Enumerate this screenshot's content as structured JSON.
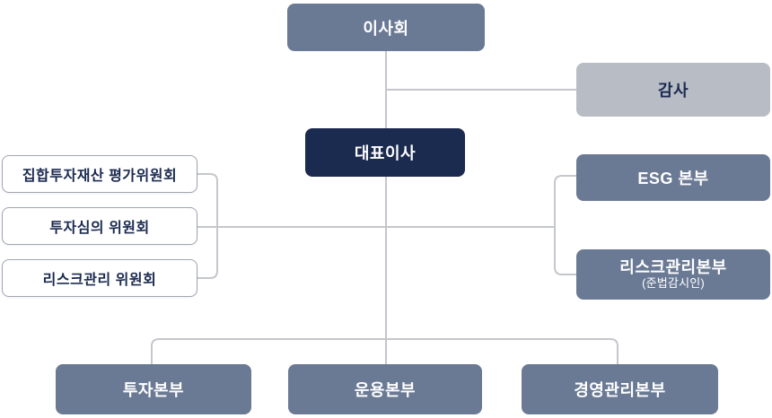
{
  "org_chart": {
    "type": "org-hierarchy-diagram",
    "board": {
      "label": "이사회"
    },
    "auditor": {
      "label": "감사"
    },
    "ceo": {
      "label": "대표이사"
    },
    "committees": [
      {
        "label": "집합투자재산 평가위원회"
      },
      {
        "label": "투자심의 위원회"
      },
      {
        "label": "리스크관리 위원회"
      }
    ],
    "right_divisions": [
      {
        "label": "ESG 본부",
        "sublabel": ""
      },
      {
        "label": "리스크관리본부",
        "sublabel": "(준법감시인)"
      }
    ],
    "bottom_divisions": [
      {
        "label": "투자본부"
      },
      {
        "label": "운용본부"
      },
      {
        "label": "경영관리본부"
      }
    ],
    "colors": {
      "slate_box": "#6B7A94",
      "navy_box": "#1B2A4F",
      "light_gray_box": "#B8BDC5",
      "committee_border": "#9FA5B1",
      "committee_text": "#1B2A4F",
      "white_text": "#FFFFFF",
      "connector_line": "#C5C7CC",
      "background": "#FFFFFF"
    }
  }
}
